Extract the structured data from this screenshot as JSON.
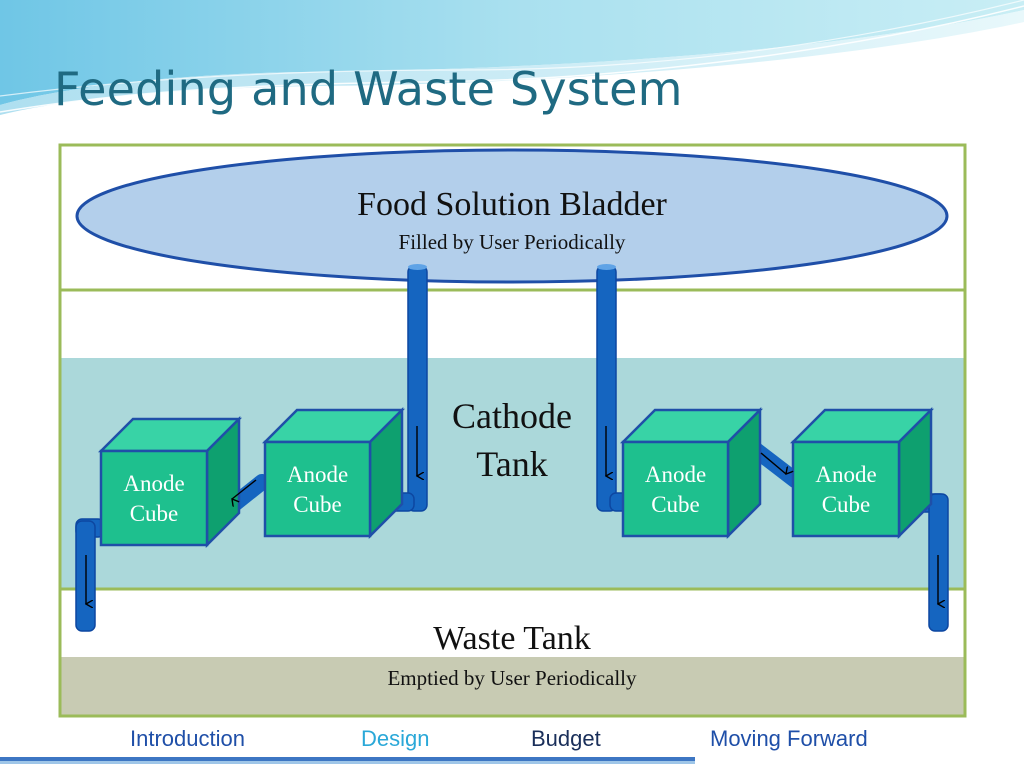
{
  "slide": {
    "title": "Feeding and Waste System"
  },
  "bladder": {
    "title": "Food Solution Bladder",
    "subtitle": "Filled by User Periodically"
  },
  "cathode": {
    "line1": "Cathode",
    "line2": "Tank"
  },
  "anode_cubes": [
    {
      "line1": "Anode",
      "line2": "Cube"
    },
    {
      "line1": "Anode",
      "line2": "Cube"
    },
    {
      "line1": "Anode",
      "line2": "Cube"
    },
    {
      "line1": "Anode",
      "line2": "Cube"
    }
  ],
  "waste": {
    "title": "Waste Tank",
    "subtitle": "Emptied by User Periodically"
  },
  "nav": {
    "items": [
      {
        "label": "Introduction",
        "color": "#1f4fa8"
      },
      {
        "label": "Design",
        "color": "#2aa8d8"
      },
      {
        "label": "Budget",
        "color": "#1a2f5a"
      },
      {
        "label": "Moving Forward",
        "color": "#1f4fa8"
      }
    ]
  },
  "colors": {
    "frame": "#9bbb59",
    "bladder_fill": "#b3cfeb",
    "bladder_stroke": "#1f4fa8",
    "cathode_fill": "#abd8da",
    "waste_fill": "#c8cbb3",
    "pipe": "#1565c0",
    "cube_front": "#1ec08e",
    "cube_top": "#38d3a6",
    "cube_side": "#0ea06f",
    "cube_stroke": "#1f4fa8"
  }
}
